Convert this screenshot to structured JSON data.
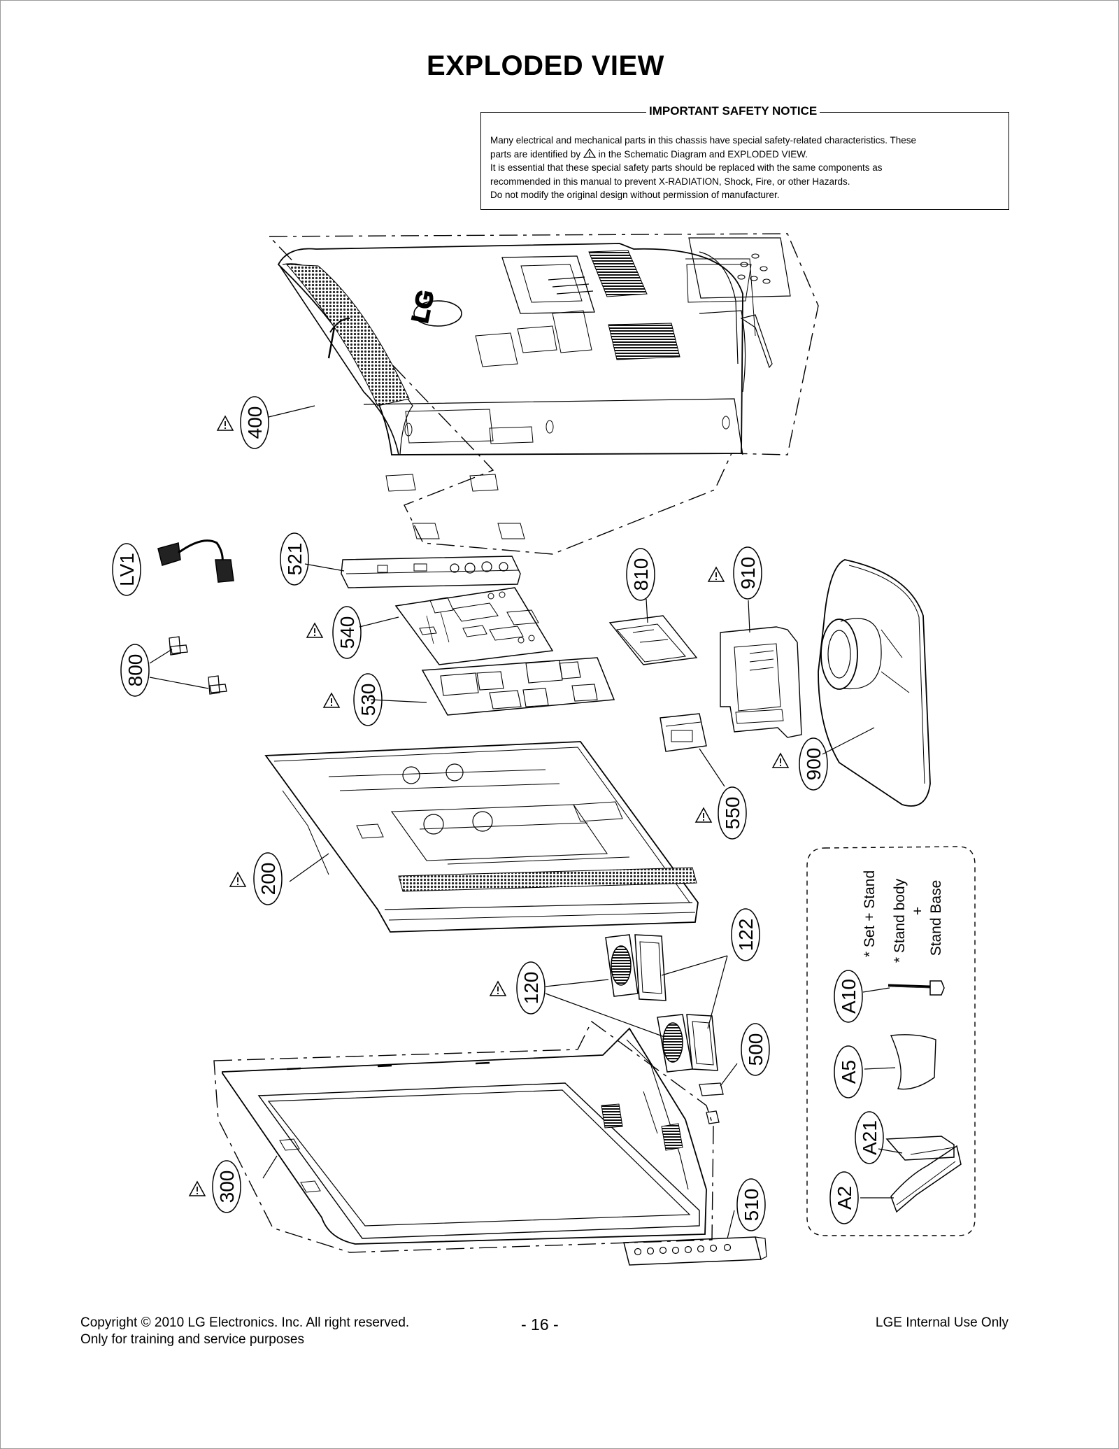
{
  "page": {
    "title": "EXPLODED VIEW"
  },
  "notice": {
    "title": "IMPORTANT SAFETY NOTICE",
    "line1": "Many electrical and mechanical parts in this chassis have special safety-related characteristics. These",
    "line2_before": "parts are identified by",
    "line2_after": "in the Schematic Diagram and EXPLODED VIEW.",
    "line3": "It is essential that these special safety parts should be replaced with the same components as",
    "line4": "recommended in this manual to prevent X-RADIATION, Shock, Fire, or other Hazards.",
    "line5": "Do not modify the original design without permission of manufacturer."
  },
  "parts": {
    "p400": "400",
    "pLV1": "LV1",
    "p521": "521",
    "p540": "540",
    "p800": "800",
    "p530": "530",
    "p810": "810",
    "p910": "910",
    "p900": "900",
    "p550": "550",
    "p200": "200",
    "p120": "120",
    "p122": "122",
    "p500": "500",
    "p300": "300",
    "p510": "510",
    "pA10": "A10",
    "pA5": "A5",
    "pA21": "A21",
    "pA2": "A2"
  },
  "stand_options": {
    "set_stand": "* Set + Stand",
    "stand_body": "* Stand body",
    "plus": "+",
    "stand_base": "Stand Base"
  },
  "footer": {
    "copyright": "Copyright  © 2010 LG Electronics. Inc. All right reserved.",
    "training": "Only for training and service purposes",
    "page_number": "- 16 -",
    "internal": "LGE Internal Use Only"
  },
  "colors": {
    "line": "#000000",
    "page_border": "#9a9a9a",
    "background": "#ffffff"
  },
  "icons": {
    "safety_mark": "warning-triangle-icon"
  }
}
